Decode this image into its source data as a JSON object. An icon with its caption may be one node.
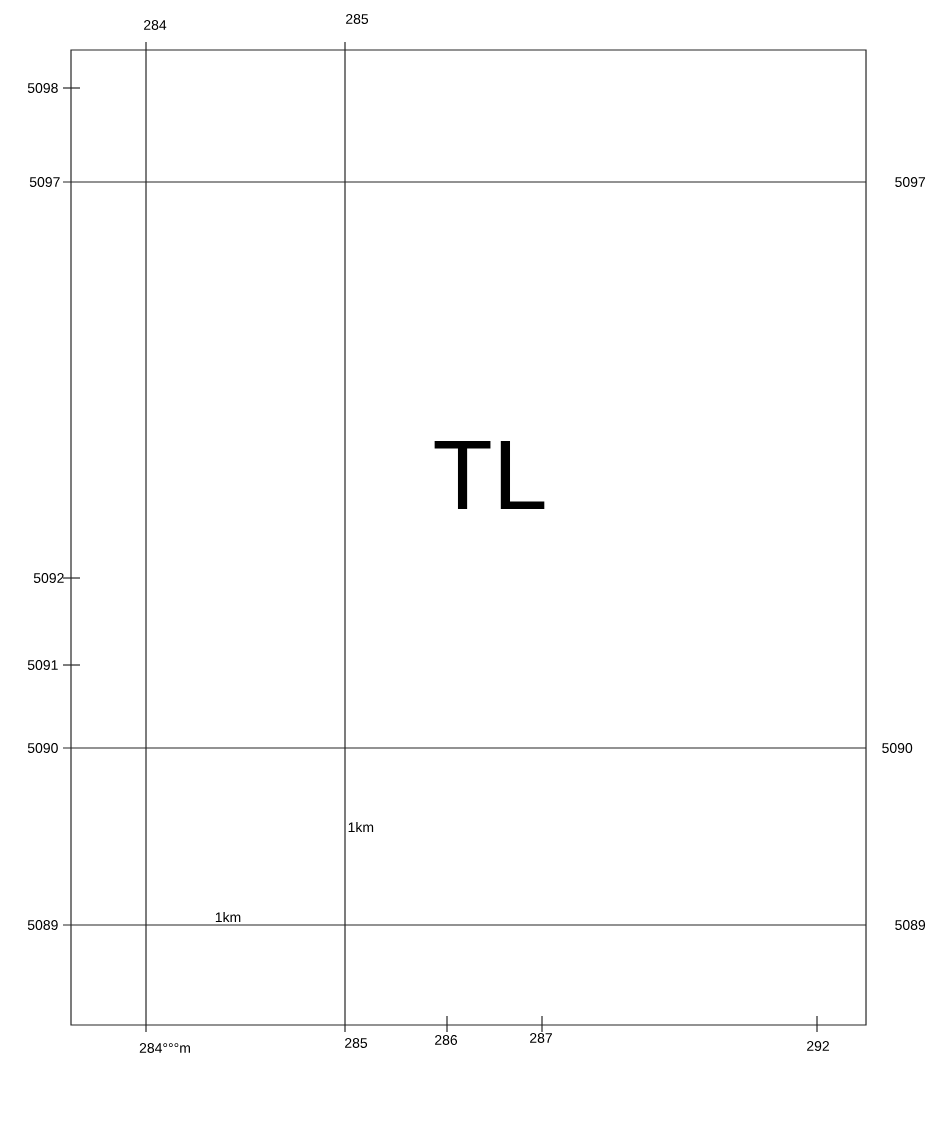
{
  "diagram": {
    "labels": [
      "284",
      "285",
      "5098",
      "5097",
      "5097",
      "TL",
      "5092",
      "5091",
      "5090",
      "5090",
      "1km",
      "1km",
      "5089",
      "5089",
      "284°°°m",
      "285",
      "286",
      "287",
      "292"
    ]
  }
}
